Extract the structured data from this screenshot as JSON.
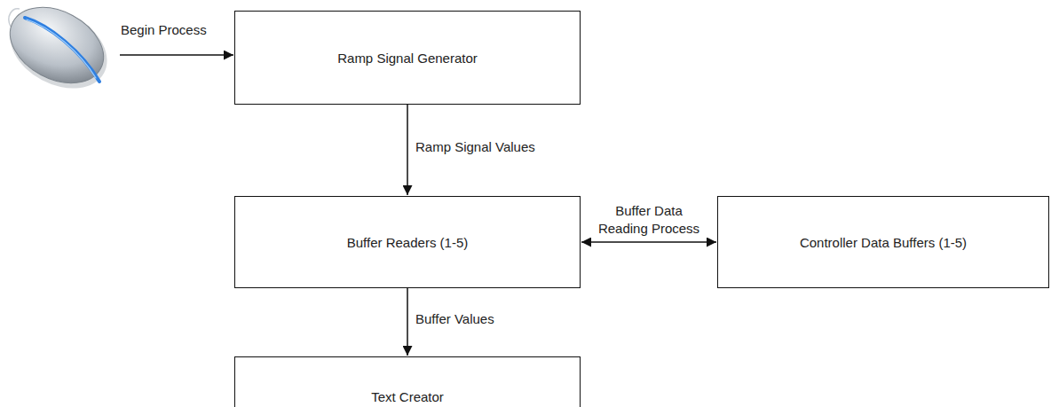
{
  "diagram": {
    "nodes": [
      {
        "text": [
          "Ramp Signal Generator"
        ]
      },
      {
        "text": [
          "Buffer Readers (1-5)"
        ]
      },
      {
        "text": [
          "Controller Data Buffers (1-5)"
        ]
      },
      {
        "text": [
          "Text Creator"
        ]
      }
    ],
    "edges": [
      {
        "from": 0,
        "to": 1,
        "label": "Ramp Signal Values",
        "arrow": "to"
      },
      {
        "from": 1,
        "to": 2,
        "label": "Buffer Data Reading Process",
        "arrow": "both"
      },
      {
        "from": 1,
        "to": 3,
        "label": "Buffer Values",
        "arrow": "to"
      }
    ],
    "labels": [
      "Begin Process"
    ]
  }
}
